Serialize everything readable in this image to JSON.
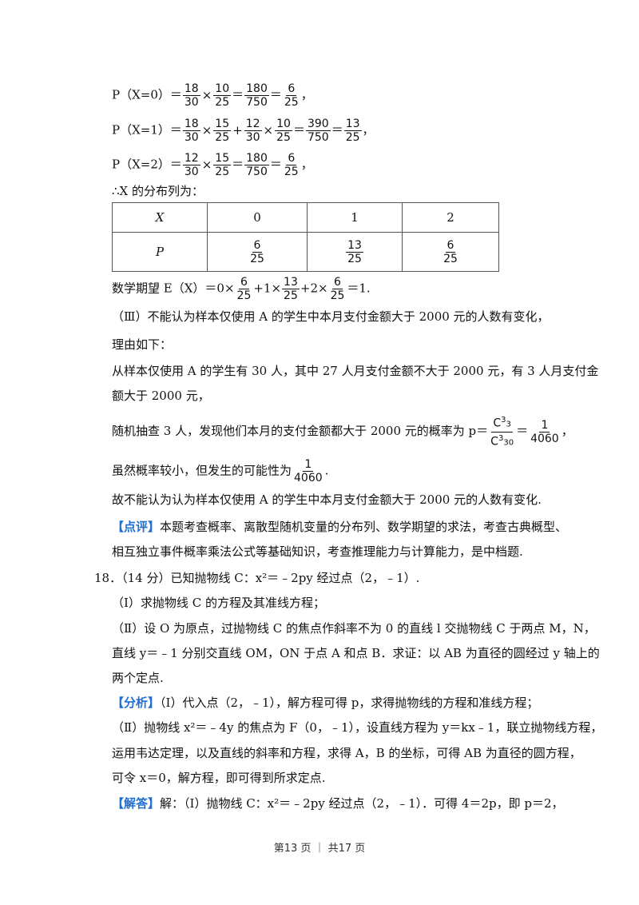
{
  "prob": {
    "p0": {
      "lhs": "P（X=0）＝",
      "f1n": "18",
      "f1d": "30",
      "t": "×",
      "f2n": "10",
      "f2d": "25",
      "eq1": "＝",
      "f3n": "180",
      "f3d": "750",
      "eq2": "＝",
      "f4n": "6",
      "f4d": "25",
      "end": "，"
    },
    "p1": {
      "lhs": "P（X=1）＝",
      "f1n": "18",
      "f1d": "30",
      "t": "×",
      "f2n": "15",
      "f2d": "25",
      "plus": "+",
      "f3n": "12",
      "f3d": "30",
      "t2": "×",
      "f4n": "10",
      "f4d": "25",
      "eq1": "＝",
      "f5n": "390",
      "f5d": "750",
      "eq2": "＝",
      "f6n": "13",
      "f6d": "25",
      "end": "，"
    },
    "p2": {
      "lhs": "P（X=2）＝",
      "f1n": "12",
      "f1d": "30",
      "t": "×",
      "f2n": "15",
      "f2d": "25",
      "eq1": "＝",
      "f3n": "180",
      "f3d": "750",
      "eq2": "＝",
      "f4n": "6",
      "f4d": "25",
      "end": "，"
    }
  },
  "dist_intro": "∴X 的分布列为：",
  "table": {
    "headers": [
      "X",
      "0",
      "1",
      "2"
    ],
    "row_label": "P",
    "cells": [
      {
        "n": "6",
        "d": "25"
      },
      {
        "n": "13",
        "d": "25"
      },
      {
        "n": "6",
        "d": "25"
      }
    ]
  },
  "expect": {
    "lhs": "数学期望 E（X）＝",
    "a": "0×",
    "f1n": "6",
    "f1d": "25",
    "b": "+1×",
    "f2n": "13",
    "f2d": "25",
    "c": "+2×",
    "f3n": "6",
    "f3d": "25",
    "end": "＝1."
  },
  "part3": {
    "l1": "（Ⅲ）不能认为样本仅使用 A 的学生中本月支付金额大于 2000 元的人数有变化，",
    "l2": "理由如下：",
    "l3": "从样本仅使用 A 的学生有 30 人，其中 27 人月支付金额不大于 2000 元，有 3 人月支付金",
    "l4": "额大于 2000 元，",
    "l5": "随机抽查 3 人，发现他们本月的支付金额都大于 2000 元的概率为 p＝",
    "l5_num": "C",
    "l5_num_sup": "3",
    "l5_num_sub": "3",
    "l5_den": "C",
    "l5_den_sup": "3",
    "l5_den_sub": "30",
    "l5_eq": "＝",
    "l5_rn": "1",
    "l5_rd": "4060",
    "l5_end": "，",
    "l6": "虽然概率较小，但发生的可能性为",
    "l6_n": "1",
    "l6_d": "4060",
    "l6_end": ".",
    "l7": "故不能认为认为样本仅使用 A 的学生中本月支付金额大于 2000 元的人数有变化."
  },
  "review": {
    "tag": "【点评】",
    "l1": "本题考查概率、离散型随机变量的分布列、数学期望的求法，考查古典概型、",
    "l2": "相互独立事件概率乘法公式等基础知识，考查推理能力与计算能力，是中档题."
  },
  "q18": {
    "l1": "18．（14 分）已知抛物线 C：x²＝﹣2py 经过点（2，﹣1）.",
    "l2": "（Ⅰ）求抛物线 C 的方程及其准线方程；",
    "l3": "（Ⅱ）设 O 为原点，过抛物线 C 的焦点作斜率不为 0 的直线 l 交抛物线 C 于两点 M，N，",
    "l4": "直线 y＝﹣1 分别交直线 OM，ON 于点 A 和点 B．求证：以 AB 为直径的圆经过 y 轴上的",
    "l5": "两个定点."
  },
  "analysis": {
    "tag": "【分析】",
    "l1": "（Ⅰ）代入点（2，﹣1），解方程可得 p，求得抛物线的方程和准线方程；",
    "l2": "（Ⅱ）抛物线 x²＝﹣4y 的焦点为 F（0，﹣1），设直线方程为 y＝kx﹣1，联立抛物线方程，",
    "l3": "运用韦达定理，以及直线的斜率和方程，求得 A，B 的坐标，可得 AB 为直径的圆方程，",
    "l4": "可令 x＝0，解方程，即可得到所求定点."
  },
  "solution": {
    "tag": "【解答】",
    "l1": "解：（Ⅰ）抛物线 C：x²＝﹣2py 经过点（2，﹣1）．可得 4＝2p，即 p＝2，"
  },
  "footer": "第13 页 ｜ 共17 页",
  "colors": {
    "tag": "#1f6fd1",
    "text": "#111111"
  }
}
